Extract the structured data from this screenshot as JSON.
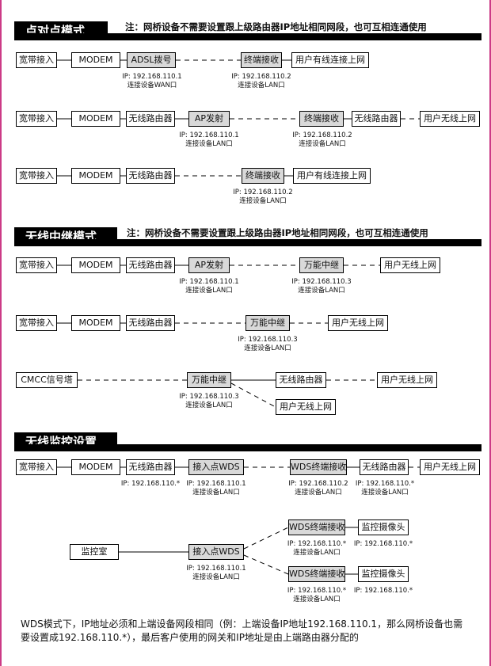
{
  "sections": [
    {
      "title": "点对点模式",
      "note": "注：网桥设备不需要设置跟上级路由器IP地址相同网段，也可互相连通使用"
    },
    {
      "title": "无线中继模式",
      "note": "注：网桥设备不需要设置跟上级路由器IP地址相同网段，也可互相连通使用"
    },
    {
      "title": "无线监控设置"
    }
  ],
  "nodes": {
    "broadband": "宽带接入",
    "modem": "MODEM",
    "adsl": "ADSL拨号",
    "wireless_router": "无线路由器",
    "ap_tx": "AP发射",
    "terminal_rx": "终端接收",
    "universal_relay": "万能中继",
    "user_wired": "用户有线连接上网",
    "user_wireless": "用户无线上网",
    "cmcc_tower": "CMCC信号塔",
    "ap_wds": "接入点WDS",
    "wds_terminal_rx": "WDS终端接收",
    "surveillance_camera": "监控摄像头",
    "monitor_room": "监控室"
  },
  "labels": {
    "ip_1101": "IP: 192.168.110.1",
    "ip_1102": "IP: 192.168.110.2",
    "ip_1103": "IP: 192.168.110.3",
    "ip_any": "IP: 192.168.110.*",
    "conn_wan": "连接设备WAN口",
    "conn_lan": "连接设备LAN口"
  },
  "footer": "WDS模式下，IP地址必须和上端设备网段相同（例：上端设备IP地址192.168.110.1，那么网桥设备也需要设置成192.168.110.*），最后客户使用的网关和IP地址是由上端路由器分配的",
  "colors": {
    "border_accent": "#cc3a86",
    "tab": "#000000",
    "gray_node": "#d9d9d9"
  }
}
